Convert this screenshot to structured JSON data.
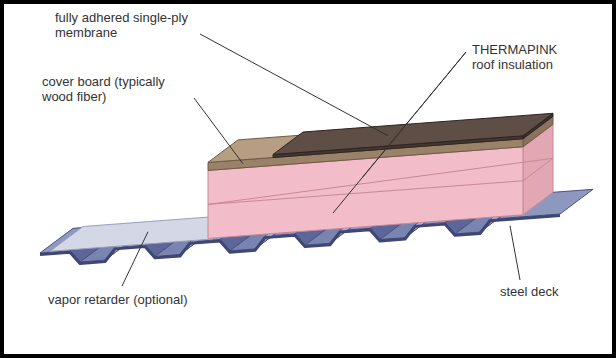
{
  "diagram": {
    "labels": [
      "fully adhered single-ply membrane",
      "THERMAPINK roof insulation",
      "cover board (typically wood fiber)",
      "vapor retarder (optional)",
      "steel deck"
    ]
  }
}
